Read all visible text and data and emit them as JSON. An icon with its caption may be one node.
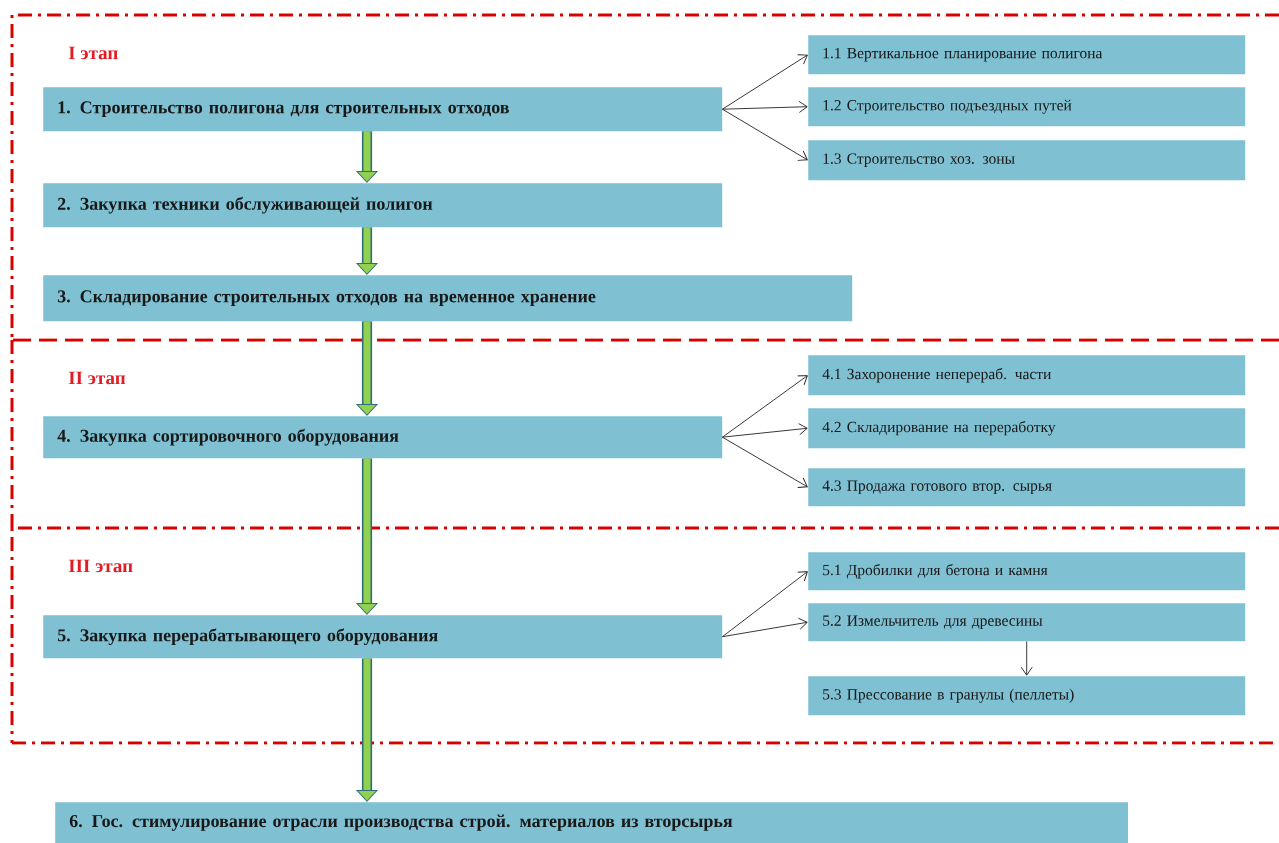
{
  "diagram": {
    "nodes": [
      {
        "text": [
          "I этап"
        ]
      },
      {
        "text": [
          "1. Строительство полигона для строительных отходов"
        ],
        "in": 0
      },
      {
        "text": [
          "1.1 Вертикальное планирование полигона"
        ],
        "in": 0
      },
      {
        "text": [
          "1.2 Строительство подъездных путей"
        ],
        "in": 0
      },
      {
        "text": [
          "1.3 Строительство хоз. зоны"
        ],
        "in": 0
      },
      {
        "text": [
          "2. Закупка техники обслуживающей полигон"
        ],
        "in": 0
      },
      {
        "text": [
          "3. Складирование строительных отходов на временное хранение"
        ],
        "in": 0
      },
      {
        "text": [
          "II этап"
        ]
      },
      {
        "text": [
          "4. Закупка сортировочного оборудования"
        ],
        "in": 7
      },
      {
        "text": [
          "4.1 Захоронение неперераб. части"
        ],
        "in": 7
      },
      {
        "text": [
          "4.2 Складирование на переработку"
        ],
        "in": 7
      },
      {
        "text": [
          "4.3 Продажа готового втор. сырья"
        ],
        "in": 7
      },
      {
        "text": [
          "III этап"
        ]
      },
      {
        "text": [
          "5. Закупка перерабатывающего оборудования"
        ],
        "in": 12
      },
      {
        "text": [
          "5.1 Дробилки для бетона и камня"
        ],
        "in": 12
      },
      {
        "text": [
          "5.2 Измельчитель для древесины"
        ],
        "in": 12
      },
      {
        "text": [
          "5.3 Прессование в гранулы (пеллеты)"
        ],
        "in": 12
      },
      {
        "text": [
          "6. Гос. стимулирование отрасли производства строй. материалов  из вторсырья"
        ]
      }
    ],
    "edges": [
      {
        "from": 1,
        "to": 5,
        "arrow": "to",
        "style": "thick",
        "color": "#2f6f78"
      },
      {
        "from": 5,
        "to": 6,
        "arrow": "to",
        "style": "thick",
        "color": "#2f6f78"
      },
      {
        "from": 6,
        "to": 8,
        "arrow": "to",
        "style": "thick",
        "color": "#2f6f78"
      },
      {
        "from": 8,
        "to": 13,
        "arrow": "to",
        "style": "thick",
        "color": "#2f6f78"
      },
      {
        "from": 13,
        "to": 17,
        "arrow": "to",
        "style": "thick",
        "color": "#2f6f78"
      },
      {
        "from": 1,
        "to": 2,
        "arrow": "to"
      },
      {
        "from": 1,
        "to": 3,
        "arrow": "to"
      },
      {
        "from": 1,
        "to": 4,
        "arrow": "to"
      },
      {
        "from": 8,
        "to": 9,
        "arrow": "to"
      },
      {
        "from": 8,
        "to": 10,
        "arrow": "to"
      },
      {
        "from": 8,
        "to": 11,
        "arrow": "to"
      },
      {
        "from": 13,
        "to": 14,
        "arrow": "to"
      },
      {
        "from": 13,
        "to": 15,
        "arrow": "to"
      },
      {
        "from": 15,
        "to": 16,
        "arrow": "to"
      }
    ]
  }
}
